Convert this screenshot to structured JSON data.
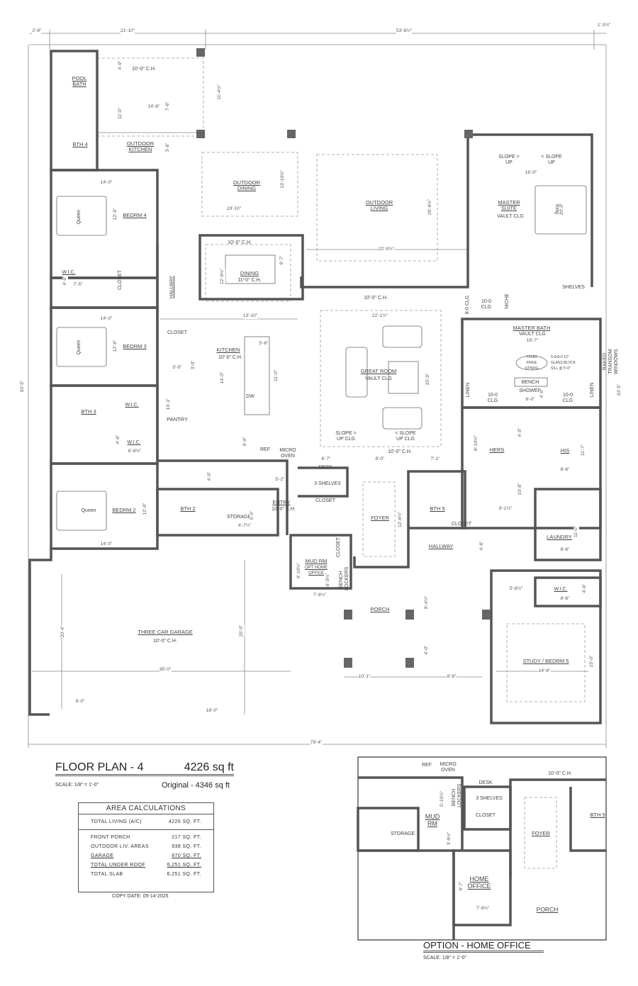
{
  "plan": {
    "rooms": {
      "pool_bath": "POOL BATH",
      "bth4": "BTH 4",
      "outdoor_kitchen": "OUTDOOR KITCHEN",
      "outdoor_kitchen_ch": "10'-0\" C.H.",
      "outdoor_dining": "OUTDOOR DINING",
      "outdoor_living": "OUTDOOR LIVING",
      "outdoor_living_ch": "10'-0\" C.H.",
      "master_suite": "MASTER SUITE",
      "master_suite_clg": "VAULT CLG",
      "slope_up_1": "SLOPE > UP",
      "slope_up_2": "< SLOPE UP",
      "king": "King",
      "bedrm4": "BEDRM 4",
      "queen4": "Queen",
      "wic4": "W.I.C.",
      "closet4": "CLOSET",
      "hallway_w": "HALLWAY",
      "dining": "DINING",
      "dining_ch2": "11'-0\" C.H.",
      "dining_ch": "10'-0\" C.H.",
      "clg_10": "10-0 CLG",
      "clg_8": "8-0 CLG",
      "niche": "NICHE",
      "shelves": "SHELVES",
      "master_bath": "MASTER BATH",
      "master_bath_clg": "VAULT CLG",
      "raked": "RAKED TRANSOM WINDOWS",
      "closet3": "CLOSET",
      "kitchen": "KITCHEN",
      "kitchen_ch": "10'-0\" C.H.",
      "bedrm3": "BEDRM 3",
      "queen3": "Queen",
      "great_room": "GREAT ROOM",
      "great_room_clg": "VAULT CLG",
      "pantry": "PANTRY",
      "bth3": "BTH 3",
      "wic3": "W.I.C.",
      "wic2": "W.I.C.",
      "dw": "DW",
      "ref": "REF",
      "micro": "MICRO OVEN",
      "slope_clg_1": "SLOPE > UP CLG",
      "slope_clg_2": "< SLOPE UP CLG",
      "great_ch": "10'-0\" C.H.",
      "linen_l": "LINEN",
      "linen_r": "LINEN",
      "clg_l": "10-0 CLG",
      "clg_r": "10-0 CLG",
      "bench": "BENCH",
      "shower": "SHOWER",
      "tub": "72x33 FREE STNDG",
      "glass": "5-0x5-0 12\" GLASS BLOCK SILL @ 5'-0\"",
      "hers": "HERS",
      "his": "HIS",
      "desk": "DESK",
      "shelves3": "3 SHELVES",
      "closet_entry": "CLOSET",
      "entry": "ENTRY",
      "entry_ch": "10'-0\" C.H.",
      "bedrm2": "BEDRM 2",
      "queen2": "Queen",
      "bth2": "BTH 2",
      "storage": "STORAGE",
      "foyer": "FOYER",
      "bth5": "BTH 5",
      "closet5": "CLOSET",
      "hallway_e": "HALLWAY",
      "laundry": "LAUNDRY",
      "mud_rm": "MUD RM",
      "opt_office": "OPT HOME OFFICE",
      "closet_mud": "CLOSET",
      "bench_lockers": "BENCH LOCKERS",
      "porch": "PORCH",
      "wic_study": "W.I.C.",
      "garage": "THREE CAR GARAGE",
      "garage_ch": "10'-0\" C.H.",
      "study": "STUDY / BEDRM 5"
    },
    "dims": {
      "d_2_6": "2'-6\"",
      "d_21_10": "21'-10\"",
      "d_53_8": "53'-8½\"",
      "d_1_3": "1'-3½\"",
      "d_79_4": "79'-4\"",
      "d_93_5_l": "93'-5\"",
      "d_93_5_r": "93'-5\"",
      "d_11_4": "11'-4½\"",
      "d_4_9": "4'-9\"",
      "d_11_0": "11'-0\"",
      "d_3_6": "3'-6\"",
      "d_7_6": "7'-6\"",
      "d_14_8": "14'-8\"",
      "d_14_0_b4": "14'-0\"",
      "d_12_9_b4": "12'-9\"",
      "d_19_10": "19'-10\"",
      "d_13_10_od": "13'-10½\"",
      "d_20_9": "20'-9½\"",
      "d_22_0": "22'-0½\"",
      "d_16_0": "16'-0\"",
      "d_20_0": "20'-0\"",
      "d_4_9w": "4'-9\"",
      "d_7_5": "7'-5\"",
      "d_12_9d": "12'-9½\"",
      "d_6_7d": "6'-7\"",
      "d_13_10": "13'-10\"",
      "d_22_1": "22'-1½\"",
      "d_14_0_b3": "14'-0\"",
      "d_12_9_b3": "12'-9\"",
      "d_5_6": "5'-6\"",
      "d_5_5": "5'-5\"",
      "d_3_0": "3'-0\"",
      "d_14_0k": "14'-0\"",
      "d_11_0k": "11'-0\"",
      "d_16_1": "16'-1\"",
      "d_25_9": "25'-9\"",
      "d_6_0": "6'-0\"",
      "d_4_6w": "4'-6\"",
      "d_6_8": "6'-8½\"",
      "d_18_7": "18'-7\"",
      "d_6_0s": "6'-0\"",
      "d_4_0s": "4'-0\"",
      "d_8_10": "8'-10½\"",
      "d_4_9h": "4'-9\"",
      "d_11_7": "11'-7\"",
      "d_8_6h": "8'-6\"",
      "d_10_8": "10'-8\"",
      "d_8_1": "8'-1½\"",
      "d_6_7": "6'-7\"",
      "d_8_0": "8'-0\"",
      "d_7_1": "7'-1\"",
      "d_5_2": "5'-2\"",
      "d_4_0": "4'-0\"",
      "d_5_4": "5'-4\"",
      "d_4_7": "4'-7½\"",
      "d_12_9b2": "12'-9\"",
      "d_14_0b2": "14'-0\"",
      "d_12_6": "12'-6½\"",
      "d_4_6h": "4'-6\"",
      "d_11_0l": "11'-0\"",
      "d_8_6l": "8'-6\"",
      "d_9_10": "9'-10½\"",
      "d_6_3": "6'-3½\"",
      "d_7_9": "7'-9½\"",
      "d_9_4": "9'-4½\"",
      "d_4_0p": "4'-0\"",
      "d_5_8": "5'-8½\"",
      "d_4_6s": "4'-6\"",
      "d_8_6s": "8'-6\"",
      "d_20_4": "20'-4\"",
      "d_25_0": "25'-0\"",
      "d_35_0": "35'-0\"",
      "d_9_0": "9'-0\"",
      "d_18_0": "18'-0\"",
      "d_10_1": "10'-1\"",
      "d_9_8": "9'-8\"",
      "d_14_6": "14'-6\"",
      "d_15_0": "15'-0\""
    }
  },
  "title_block": {
    "title": "FLOOR PLAN - 4",
    "sqft": "4226 sq ft",
    "scale": "SCALE: 1/8\" = 1'-0\"",
    "original": "Original - 4346 sq ft",
    "copy_date": "COPY DATE: 05-14-2025"
  },
  "area_calculations": {
    "header": "AREA CALCULATIONS",
    "total_living": {
      "label": "TOTAL LIVING (A/C)",
      "value": "4226 SQ. FT."
    },
    "rows": [
      {
        "label": "FRONT PORCH",
        "value": "217 SQ. FT."
      },
      {
        "label": "OUTDOOR LIV. AREAS",
        "value": "938 SQ. FT."
      },
      {
        "label": "GARAGE",
        "value": "870 SQ. FT."
      },
      {
        "label": "TOTAL UNDER ROOF",
        "value": "6,251 SQ. FT."
      },
      {
        "label": "TOTAL SLAB",
        "value": "6,251 SQ. FT."
      }
    ]
  },
  "option": {
    "title": "OPTION - HOME OFFICE",
    "scale": "SCALE: 1/8\" = 1'-0\"",
    "labels": {
      "ref": "REF",
      "micro": "MICRO OVEN",
      "ch": "10'-0\" C.H.",
      "desk": "DESK",
      "shelves": "3 SHELVES",
      "closet": "CLOSET",
      "mud_rm": "MUD RM",
      "storage": "STORAGE",
      "bench_lockers": "BENCH LOCKERS",
      "foyer": "FOYER",
      "bth5": "BTH 5",
      "home_office": "HOME OFFICE",
      "porch": "PORCH",
      "d_5_10": "5'-10½\"",
      "d_3_9": "3'-9½\"",
      "d_9_7": "9'-7\"",
      "d_7_9": "7'-9½\""
    }
  },
  "colors": {
    "wall": "#555555",
    "line": "#777777",
    "post": "#666666"
  }
}
